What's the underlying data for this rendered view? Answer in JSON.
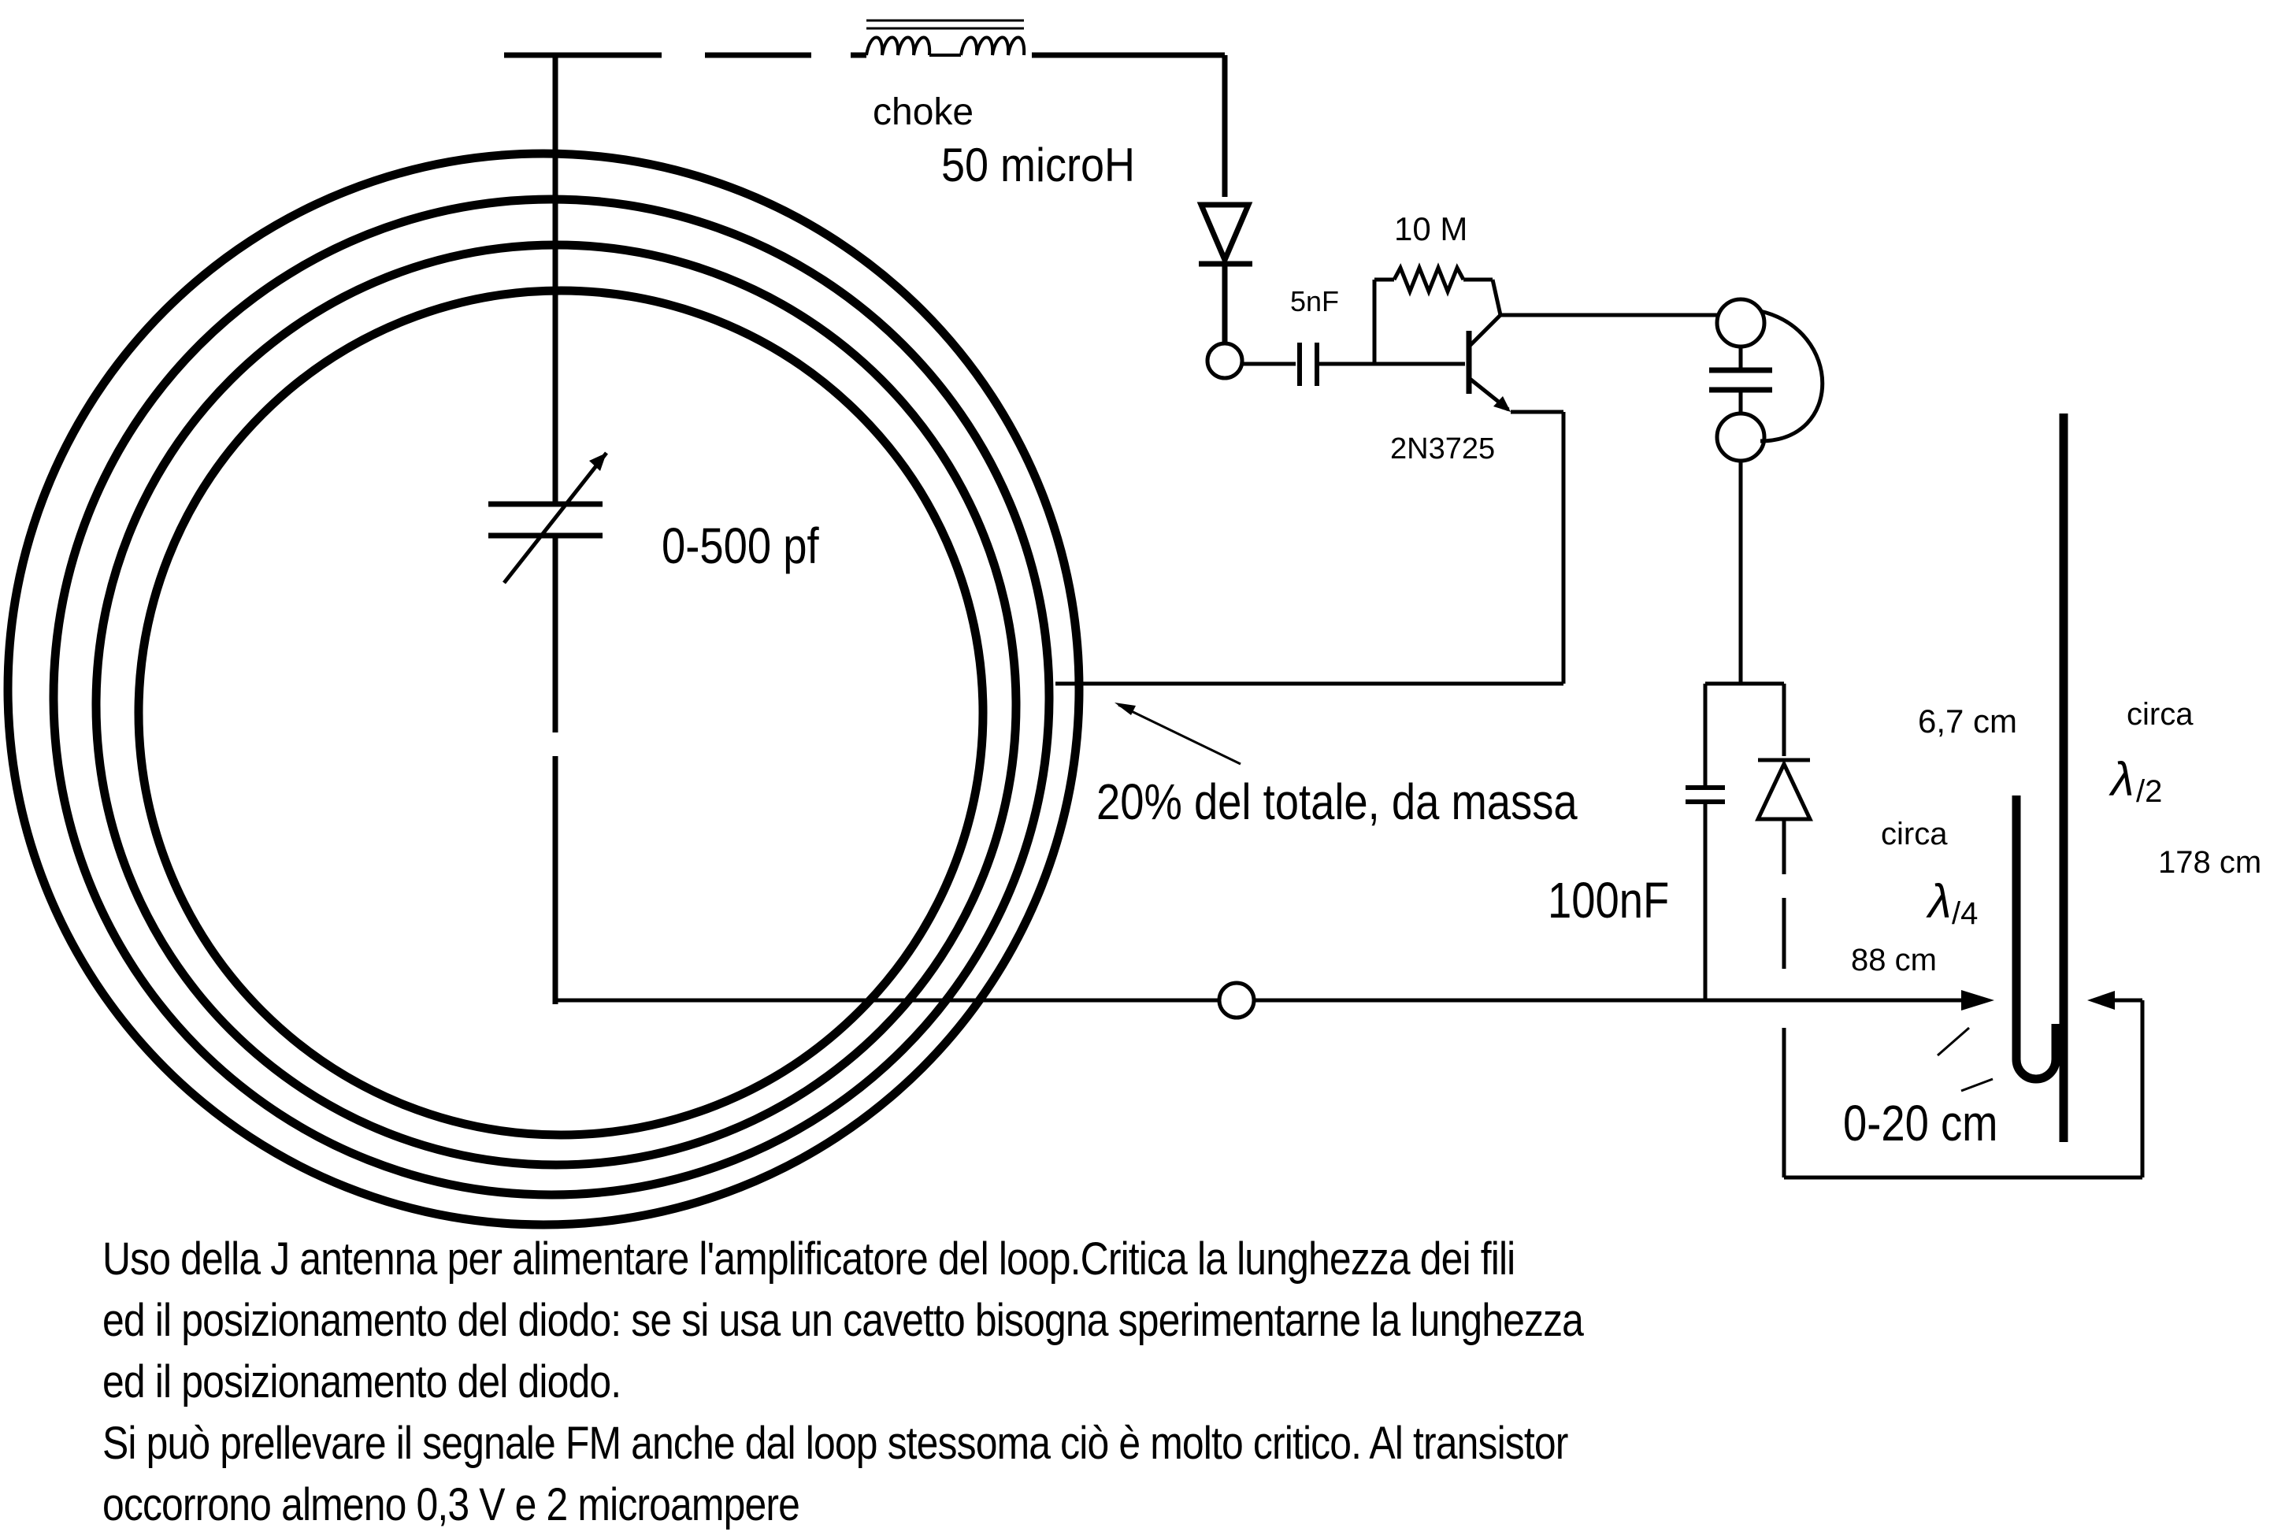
{
  "labels": {
    "choke": "choke",
    "choke_value": "50 microH",
    "resistor": "10 M",
    "coupling_cap": "5nF",
    "transistor": "2N3725",
    "tuning_cap": "0-500 pf",
    "tap_note": "20% del totale, da massa",
    "bypass_cap": "100nF",
    "spacing": "6,7 cm",
    "circa_half": "circa",
    "lambda_half_sym": "λ",
    "lambda_half_div": "/2",
    "length_half": "178 cm",
    "circa_quarter": "circa",
    "lambda_quarter_sym": "λ",
    "lambda_quarter_div": "/4",
    "length_quarter": "88 cm",
    "adjust_range": "0-20 cm"
  },
  "caption": {
    "lines": [
      "Uso della J antenna per alimentare l'amplificatore del loop.Critica la lunghezza dei fili",
      "ed il posizionamento del diodo: se si usa un cavetto bisogna sperimentarne la lunghezza",
      "ed il posizionamento del diodo.",
      "Si può prellevare il segnale FM anche dal loop stessoma ciò è molto critico. Al transistor",
      "occorrono almeno 0,3 V e 2 microampere"
    ]
  },
  "colors": {
    "ink": "#000000",
    "paper": "#ffffff"
  }
}
